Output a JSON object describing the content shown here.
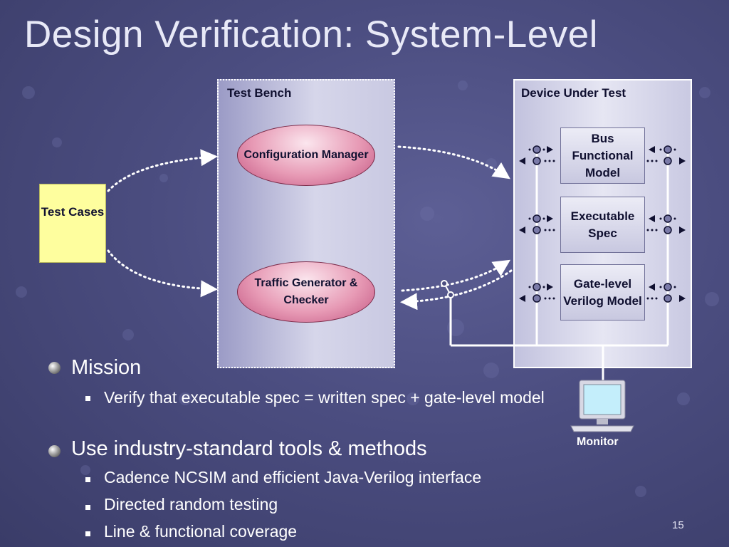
{
  "slide": {
    "title": "Design Verification: System-Level",
    "page_number": "15"
  },
  "diagram": {
    "test_bench": {
      "label": "Test Bench",
      "config_manager": "Configuration Manager",
      "traffic_generator": "Traffic Generator & Checker"
    },
    "dut": {
      "label": "Device Under Test",
      "models": [
        "Bus Functional Model",
        "Executable Spec",
        "Gate-level Verilog Model"
      ]
    },
    "test_cases": "Test Cases",
    "monitor": "Monitor"
  },
  "bullets": [
    {
      "text": "Mission",
      "children": [
        "Verify that executable spec = written spec + gate-level model"
      ]
    },
    {
      "text": "Use industry-standard tools & methods",
      "children": [
        "Cadence NCSIM and efficient Java-Verilog interface",
        "Directed random testing",
        "Line & functional coverage"
      ]
    }
  ],
  "colors": {
    "background": "#4b4d80",
    "oval_fill": "#e79ab5",
    "test_cases_fill": "#fefe9e",
    "monitor_screen": "#c4eefb"
  }
}
